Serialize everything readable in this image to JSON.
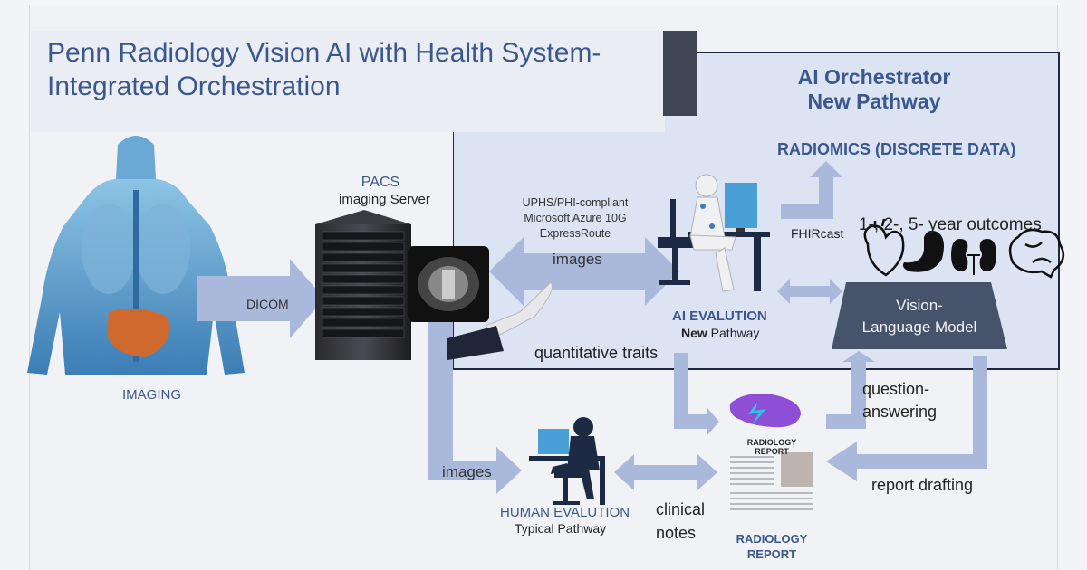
{
  "title": "Penn Radiology Vision AI with Health System-Integrated Orchestration",
  "orchestrator": {
    "line1": "AI Orchestrator",
    "line2": "New Pathway"
  },
  "radiomics": "RADIOMICS (DISCRETE DATA)",
  "pacs": {
    "title": "PACS",
    "subtitle": "imaging Server"
  },
  "azure": {
    "line1": "UPHS/PHI-compliant",
    "line2": "Microsoft Azure 10G",
    "line3": "ExpressRoute"
  },
  "labels": {
    "dicom": "DICOM",
    "imaging": "IMAGING",
    "images_top": "images",
    "images_bottom": "images",
    "quantitative": "quantitative traits",
    "fhircast": "FHIRcast",
    "outcomes": "1-, 2-, 5- year outcomes",
    "question_1": "question-",
    "question_2": "answering",
    "report_drafting": "report drafting",
    "clinical_1": "clinical",
    "clinical_2": "notes"
  },
  "ai_eval": {
    "title": "AI EVALUTION",
    "sub_bold": "New",
    "sub_rest": " Pathway"
  },
  "human_eval": {
    "title": "HUMAN EVALUTION",
    "sub": "Typical Pathway"
  },
  "vlm": {
    "line1": "Vision-",
    "line2": "Language Model"
  },
  "report": {
    "header": "RADIOLOGY REPORT",
    "caption_1": "RADIOLOGY",
    "caption_2": "REPORT"
  },
  "colors": {
    "accent_blue": "#3a578f",
    "arrow": "#aab8dc",
    "panel": "#dce4f3",
    "dark": "#3e4656"
  }
}
